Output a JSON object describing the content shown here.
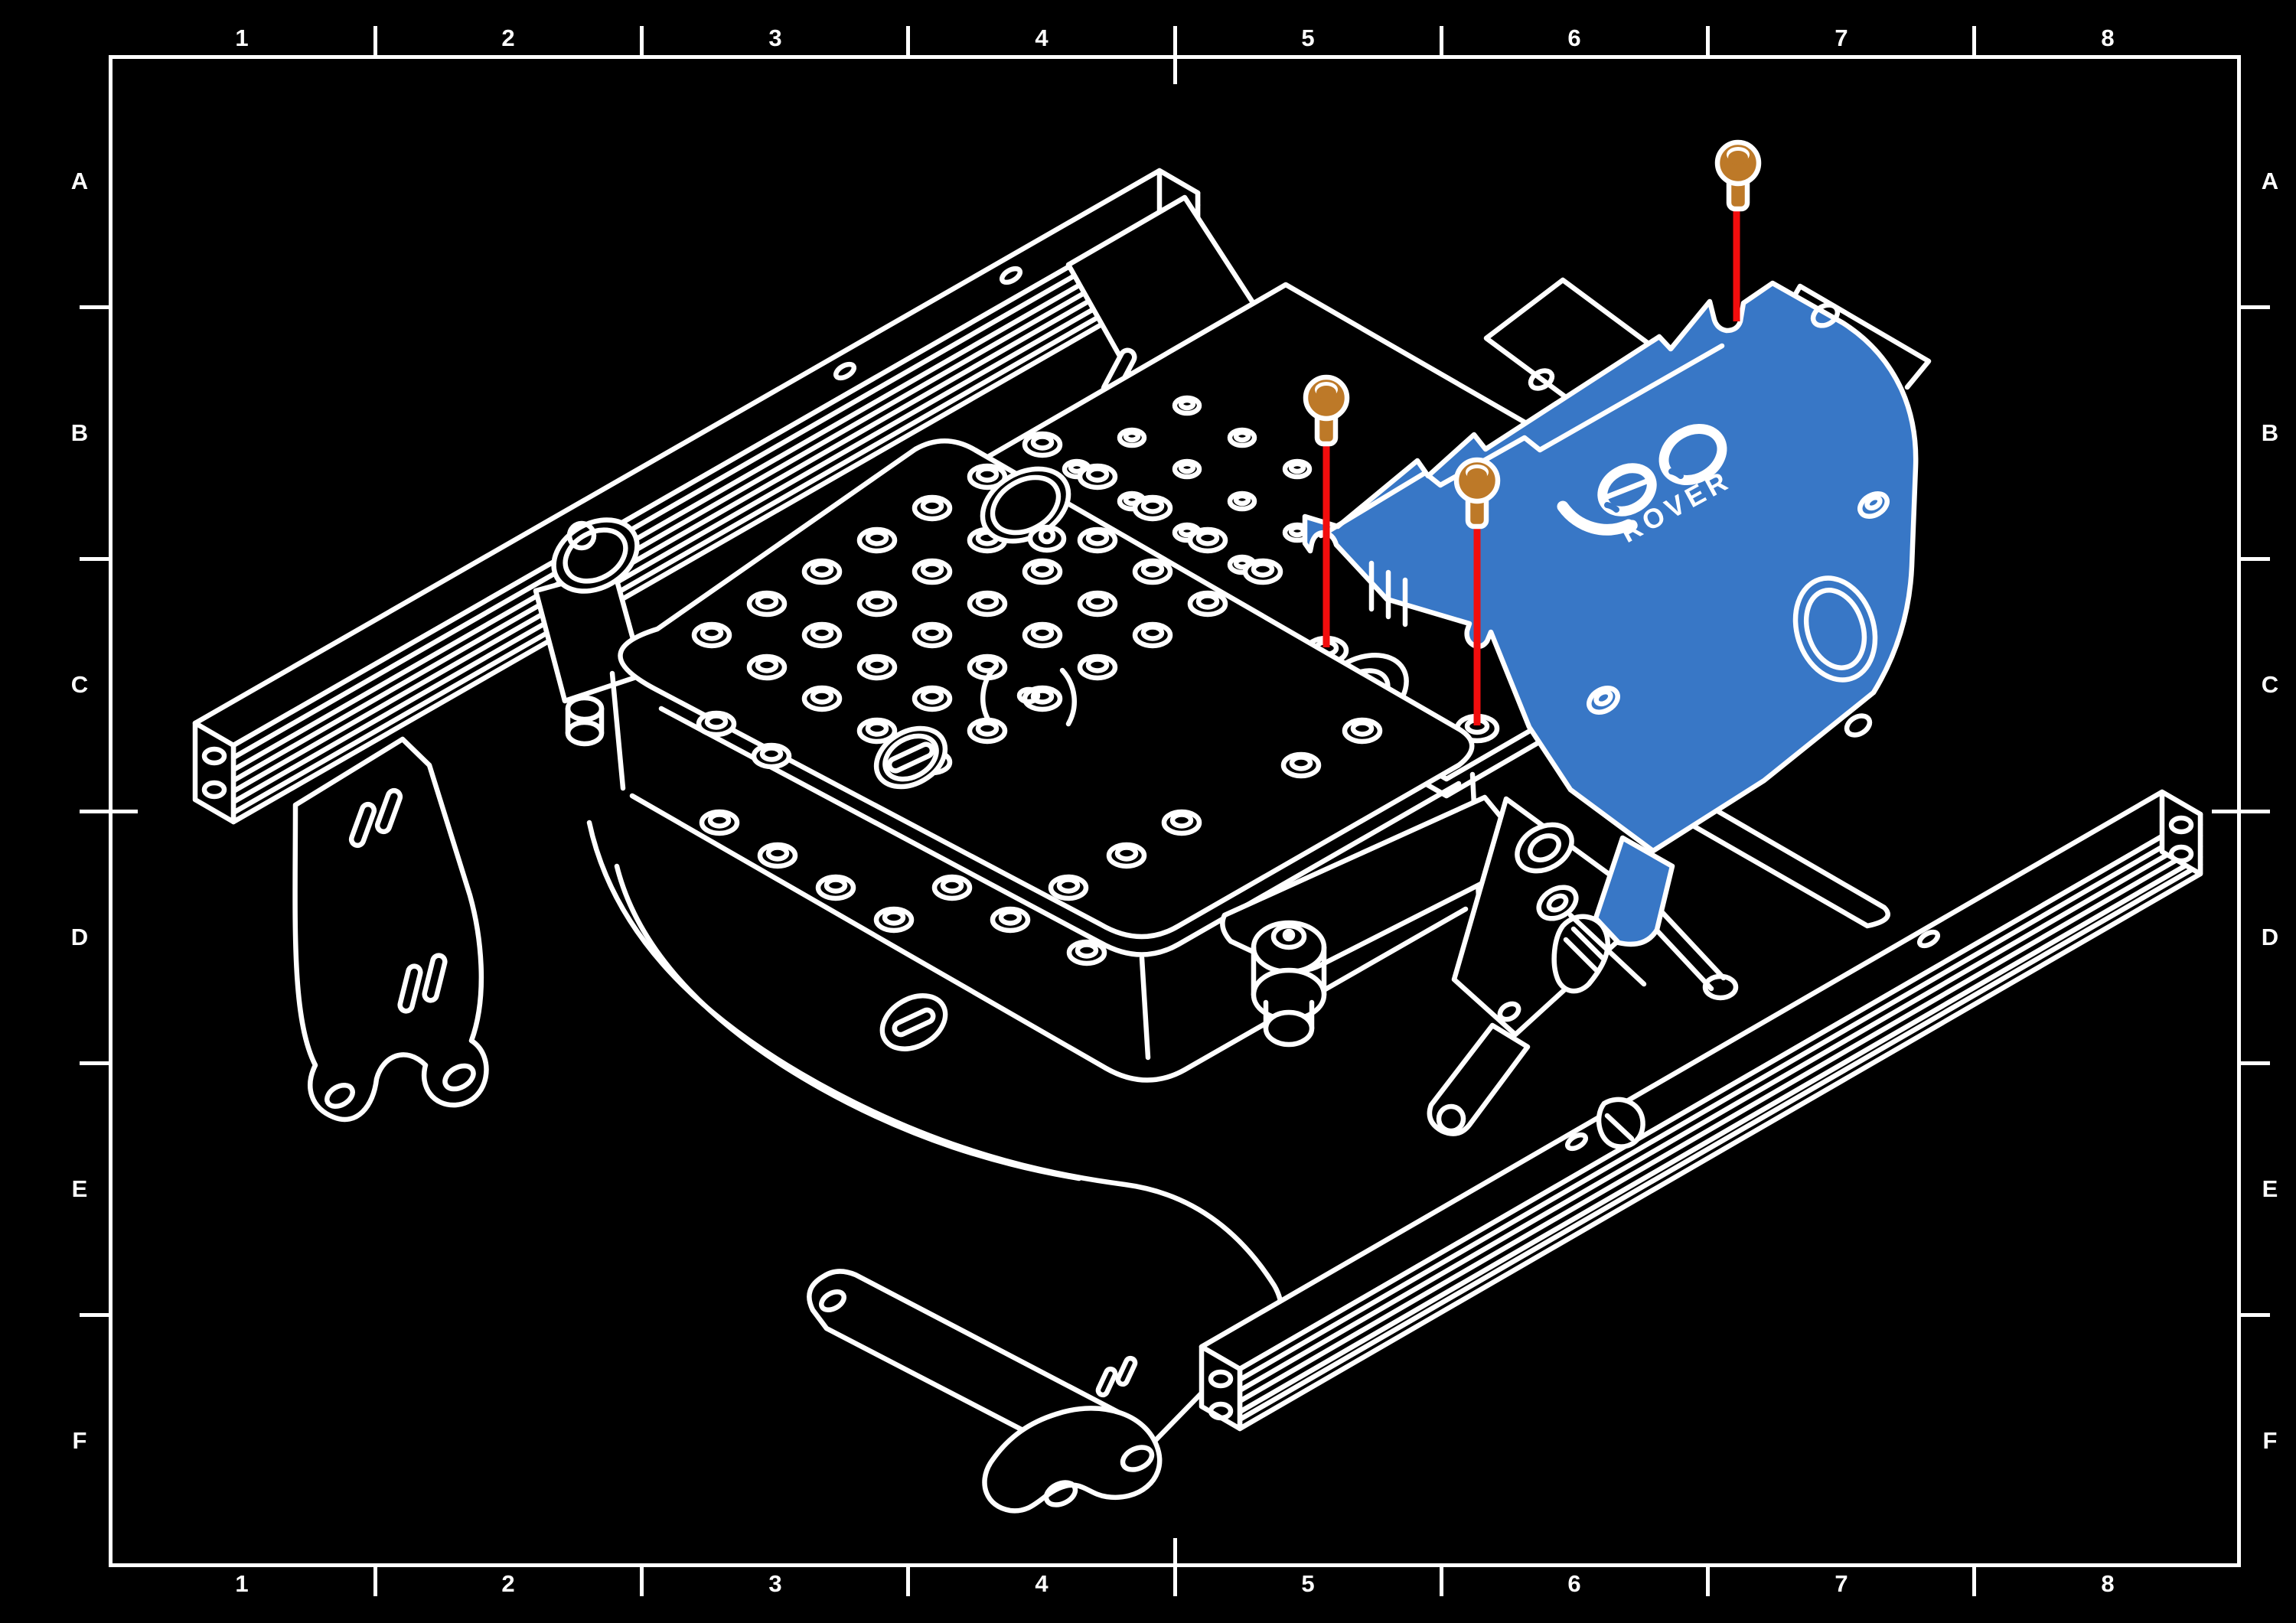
{
  "drawing": {
    "type": "assembly-instruction-diagram",
    "description": "Isometric exploded view of rover chassis with highlighted battery box and three mounting screws",
    "background_color": "#000000",
    "line_color": "#ffffff",
    "highlight_color": "#3877C6",
    "screw_color": "#BD7928",
    "guide_line_color": "#F20D0D",
    "zones": {
      "columns": [
        "1",
        "2",
        "3",
        "4",
        "5",
        "6",
        "7",
        "8"
      ],
      "rows": [
        "A",
        "B",
        "C",
        "D",
        "E",
        "F"
      ]
    },
    "logo": {
      "name": "Leo",
      "sub": "ROVER"
    },
    "fasteners": {
      "screw_count": 3,
      "guide_line_count": 3
    }
  }
}
